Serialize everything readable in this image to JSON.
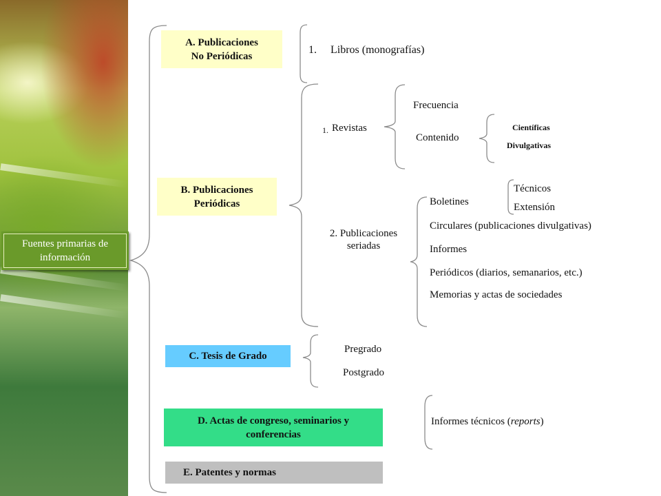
{
  "root": {
    "line1": "Fuentes primarias de",
    "line2": "información"
  },
  "categories": {
    "a": {
      "line1": "A. Publicaciones",
      "line2": "No Periódicas"
    },
    "b": {
      "line1": "B. Publicaciones",
      "line2": "Periódicas"
    },
    "c": {
      "label": "C. Tesis de Grado"
    },
    "d": {
      "line1": "D. Actas de congreso, seminarios y",
      "line2": "conferencias"
    },
    "e": {
      "label": "E. Patentes y normas"
    }
  },
  "a_items": {
    "libros_num": "1.",
    "libros": "Libros (monografías)"
  },
  "b_items": {
    "revistas_num": "1.",
    "revistas": "Revistas",
    "frecuencia": "Frecuencia",
    "contenido": "Contenido",
    "cientificas": "Científicas",
    "divulgativas": "Divulgativas",
    "seriadas_line1": "2. Publicaciones",
    "seriadas_line2": "seriadas",
    "boletines": "Boletines",
    "tecnicos": "Técnicos",
    "extension": "Extensión",
    "circulares": "Circulares  (publicaciones divulgativas)",
    "informes": "Informes",
    "periodicos": "Periódicos (diarios, semanarios, etc.)",
    "memorias": "Memorias y actas de sociedades"
  },
  "c_items": {
    "pregrado": "Pregrado",
    "postgrado": "Postgrado"
  },
  "d_items": {
    "informes_prefix": "Informes técnicos (",
    "informes_em": "reports",
    "informes_suffix": ")"
  }
}
